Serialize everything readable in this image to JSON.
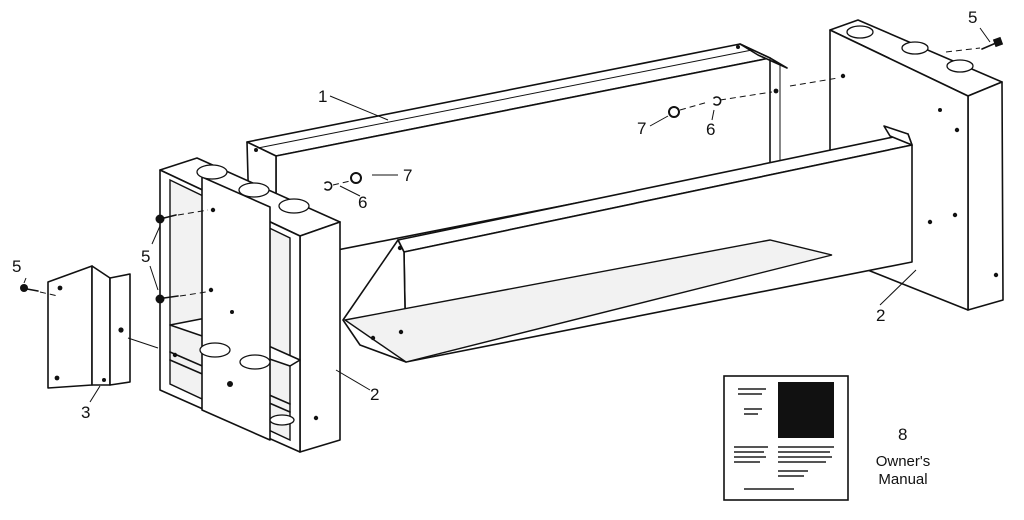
{
  "callouts": {
    "c1": "1",
    "c2a": "2",
    "c2b": "2",
    "c3": "3",
    "c5a": "5",
    "c5b": "5",
    "c5c": "5",
    "c6a": "6",
    "c6b": "6",
    "c7a": "7",
    "c7b": "7",
    "c8": "8"
  },
  "manual_caption": {
    "line1": "Owner's",
    "line2": "Manual"
  }
}
